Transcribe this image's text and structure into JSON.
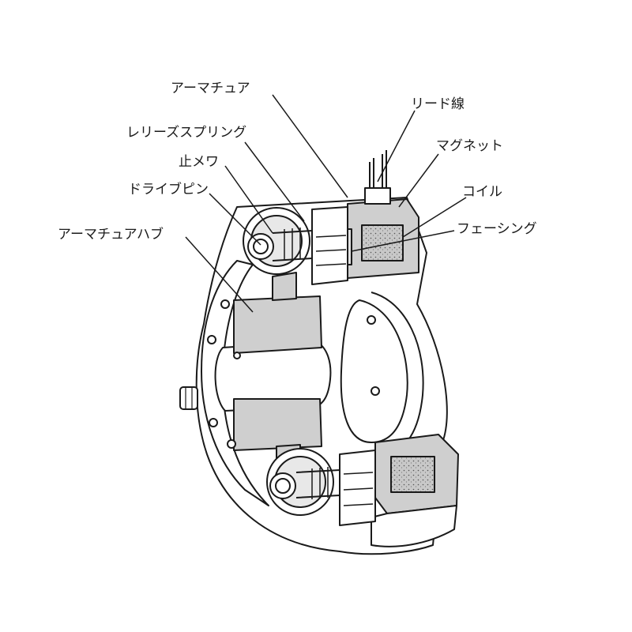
{
  "labels": {
    "armature": "アーマチュア",
    "lead_wire": "リード線",
    "release_spring": "レリーズスプリング",
    "magnet": "マグネット",
    "stop_washer": "止メワ",
    "coil": "コイル",
    "drive_pin": "ドライブピン",
    "facing": "フェーシング",
    "armature_hub": "アーマチュアハブ"
  },
  "colors": {
    "line": "#1a1a1a",
    "section_fill": "#cfcfcf",
    "coil_fill": "#b8b8b8",
    "background": "#ffffff"
  }
}
